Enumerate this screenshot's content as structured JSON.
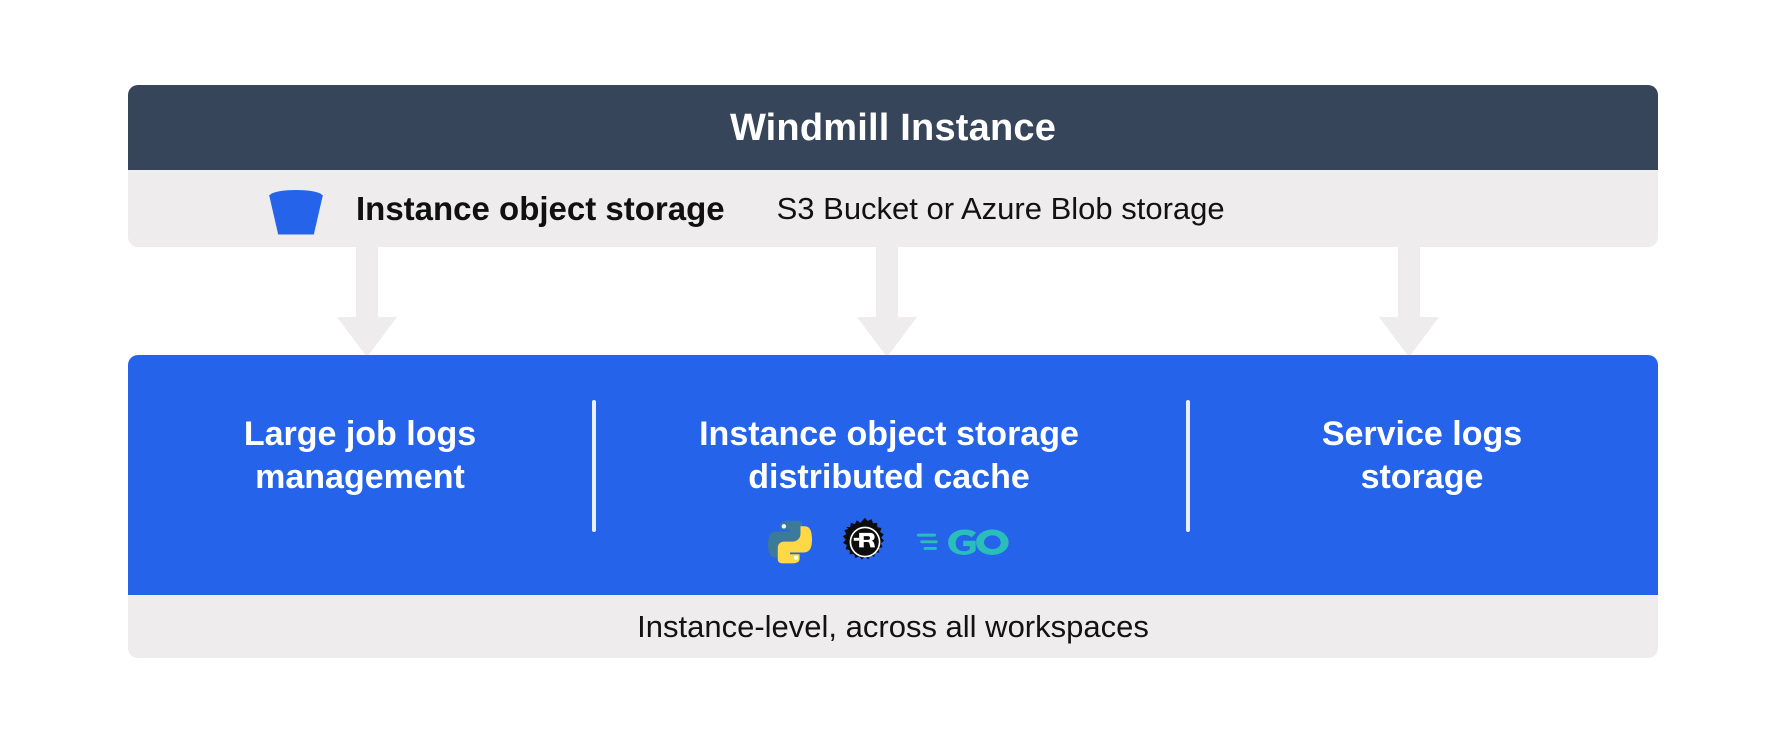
{
  "diagram": {
    "header": {
      "title": "Windmill Instance",
      "background_color": "#36455a",
      "text_color": "#ffffff"
    },
    "storage_row": {
      "icon": "bucket-icon",
      "title": "Instance object storage",
      "subtitle": "S3 Bucket or Azure Blob storage",
      "background_color": "#eeecec",
      "icon_color": "#2563eb"
    },
    "arrows": [
      {
        "name": "arrow-to-large-job-logs",
        "direction": "down"
      },
      {
        "name": "arrow-to-distributed-cache",
        "direction": "down"
      },
      {
        "name": "arrow-to-service-logs",
        "direction": "down"
      }
    ],
    "panel": {
      "background_color": "#2563eb",
      "text_color": "#ffffff",
      "columns": [
        {
          "id": "large-job-logs",
          "title": "Large job logs\nmanagement",
          "logos": []
        },
        {
          "id": "instance-object-storage-distributed-cache",
          "title": "Instance object storage\ndistributed cache",
          "logos": [
            "python-logo",
            "rust-logo",
            "go-logo"
          ]
        },
        {
          "id": "service-logs-storage",
          "title": "Service logs\nstorage",
          "logos": []
        }
      ]
    },
    "footer": {
      "text": "Instance-level, across all workspaces",
      "background_color": "#eeecec"
    },
    "colors": {
      "header": "#36455a",
      "gray": "#eeecec",
      "blue": "#2563eb",
      "divider": "#e8eefc",
      "python_blue": "#3b7a9b",
      "python_yellow": "#ffd845",
      "rust_black": "#101010",
      "go_cyan": "#29beb9"
    }
  }
}
